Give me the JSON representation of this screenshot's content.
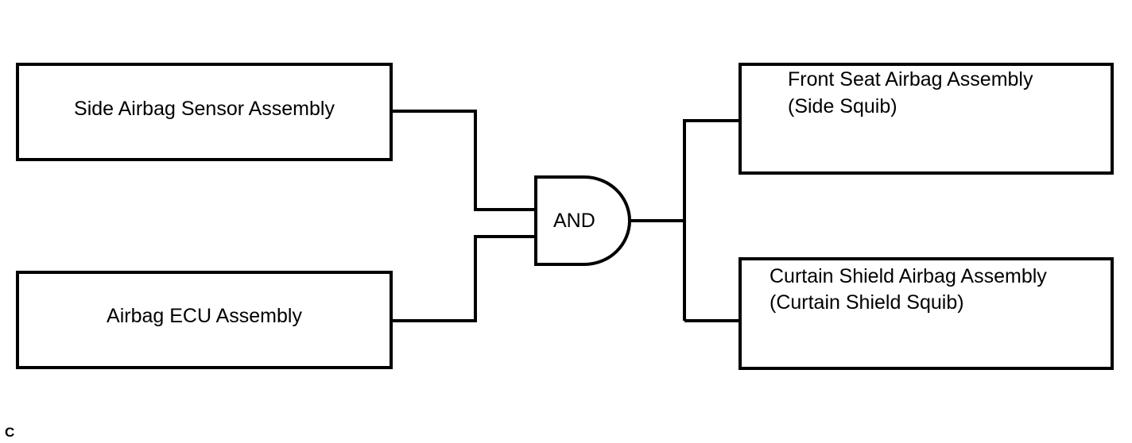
{
  "inputs": {
    "side_sensor": "Side Airbag Sensor Assembly",
    "ecu": "Airbag ECU Assembly"
  },
  "gate": {
    "label": "AND"
  },
  "outputs": {
    "front_seat": {
      "line1": "Front Seat Airbag Assembly",
      "line2": "(Side Squib)"
    },
    "curtain_shield": {
      "line1": "Curtain Shield Airbag Assembly",
      "line2": "(Curtain Shield Squib)"
    }
  },
  "figure_code": "C"
}
